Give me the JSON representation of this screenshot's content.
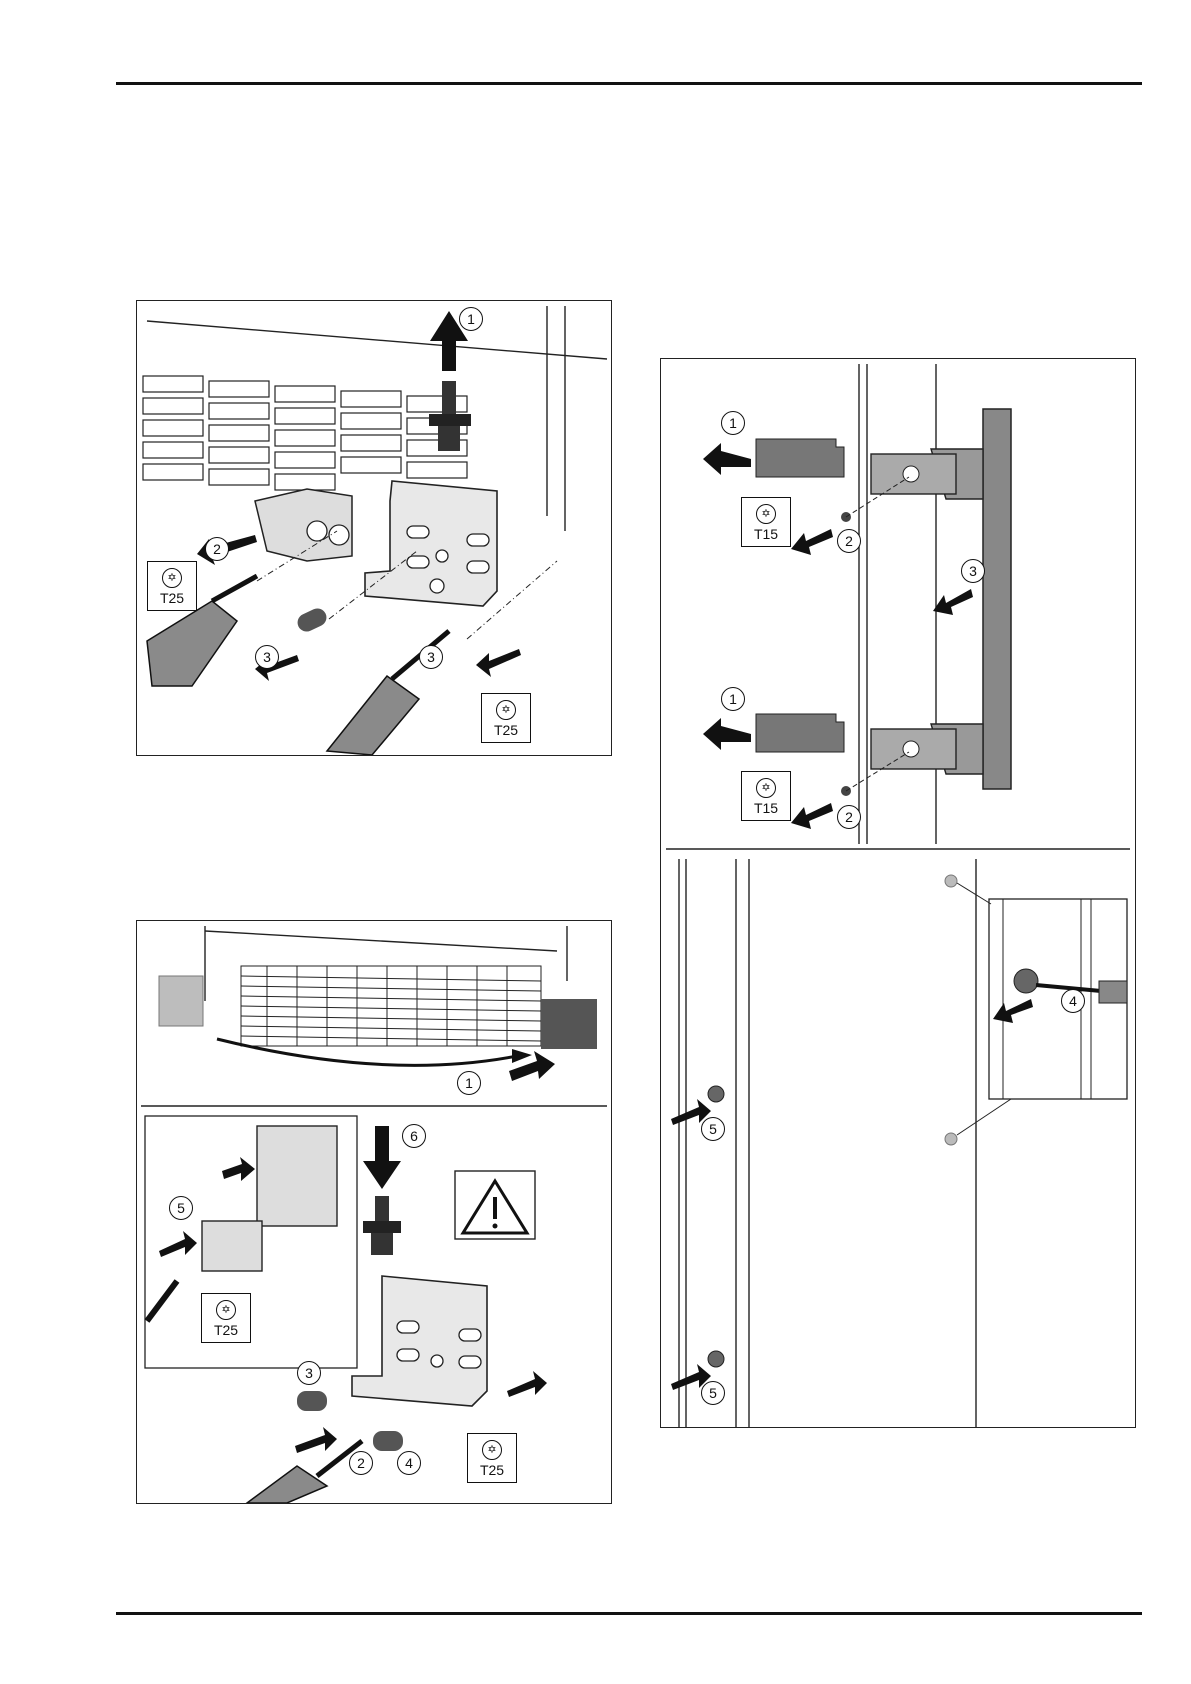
{
  "figures": {
    "hinge_removal": {
      "steps": [
        "1",
        "2",
        "3",
        "3"
      ],
      "tools": [
        "T25",
        "T25"
      ]
    },
    "hinge_install": {
      "steps": [
        "1",
        "5",
        "6",
        "3",
        "2",
        "4"
      ],
      "tools": [
        "T25",
        "T25"
      ]
    },
    "handle_swap": {
      "steps": [
        "1",
        "2",
        "3",
        "1",
        "2",
        "4",
        "5",
        "5"
      ],
      "tools": [
        "T15",
        "T15"
      ]
    }
  },
  "icons": {
    "torx": "torx-icon",
    "warning": "warning-triangle-icon",
    "arrow": "arrow-icon"
  },
  "colors": {
    "line": "#111111",
    "part_gray": "#9a9a9a",
    "panel_gray": "#c9c9c9"
  }
}
